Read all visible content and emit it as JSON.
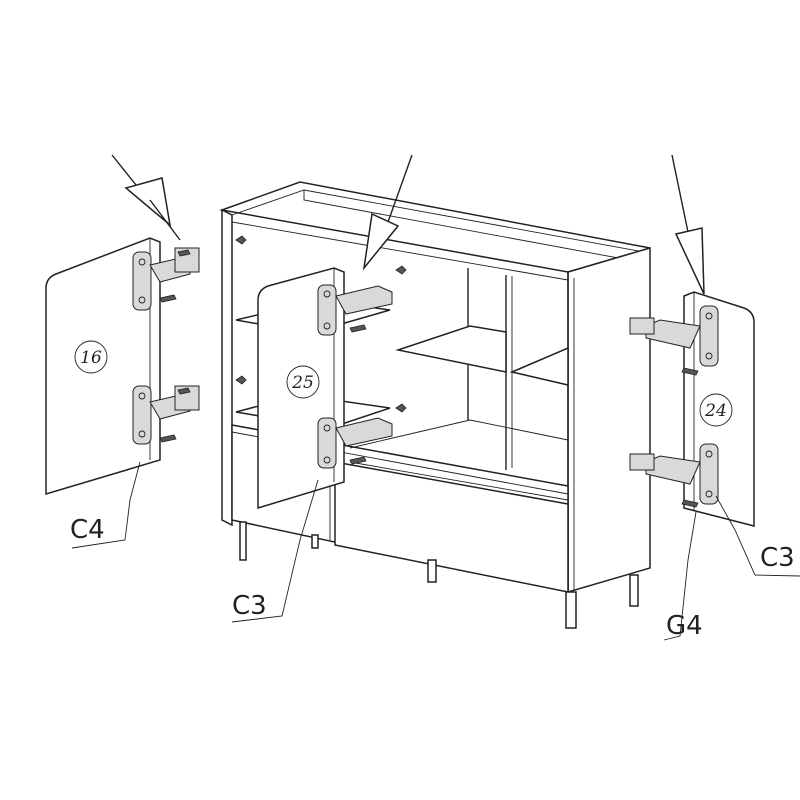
{
  "parts": {
    "left_door": "16",
    "center_door": "25",
    "right_door": "24"
  },
  "callouts": {
    "left_door_label": "C4",
    "center_door_label": "C3",
    "right_door_label": "C3",
    "right_hinge_label": "G4"
  },
  "colors": {
    "line": "#222222",
    "background": "#ffffff"
  }
}
